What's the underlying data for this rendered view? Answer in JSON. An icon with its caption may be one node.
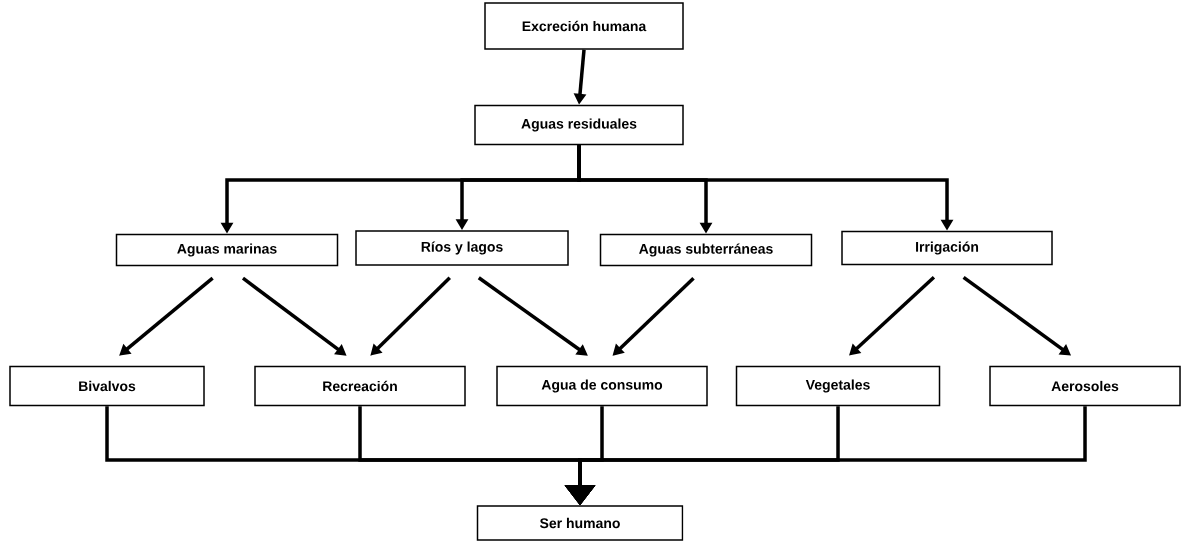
{
  "diagram": {
    "nodes": [
      {
        "text": [
          "Excreción humana"
        ]
      },
      {
        "text": [
          "Aguas residuales"
        ]
      },
      {
        "text": [
          "Aguas marinas"
        ]
      },
      {
        "text": [
          "Ríos y lagos"
        ]
      },
      {
        "text": [
          "Aguas subterráneas"
        ]
      },
      {
        "text": [
          "Irrigación"
        ]
      },
      {
        "text": [
          "Bivalvos"
        ]
      },
      {
        "text": [
          "Recreación"
        ]
      },
      {
        "text": [
          "Agua de consumo"
        ]
      },
      {
        "text": [
          "Vegetales"
        ]
      },
      {
        "text": [
          "Aerosoles"
        ]
      },
      {
        "text": [
          "Ser humano"
        ]
      }
    ],
    "edges": [
      {
        "from": 0,
        "to": 1,
        "arrow": "to"
      },
      {
        "from": 1,
        "to": 2,
        "arrow": "to"
      },
      {
        "from": 1,
        "to": 3,
        "arrow": "to"
      },
      {
        "from": 1,
        "to": 4,
        "arrow": "to"
      },
      {
        "from": 1,
        "to": 5,
        "arrow": "to"
      },
      {
        "from": 2,
        "to": 6,
        "arrow": "to"
      },
      {
        "from": 2,
        "to": 7,
        "arrow": "to"
      },
      {
        "from": 3,
        "to": 7,
        "arrow": "to"
      },
      {
        "from": 3,
        "to": 8,
        "arrow": "to"
      },
      {
        "from": 4,
        "to": 8,
        "arrow": "to"
      },
      {
        "from": 5,
        "to": 9,
        "arrow": "to"
      },
      {
        "from": 5,
        "to": 10,
        "arrow": "to"
      },
      {
        "from": 6,
        "to": 11,
        "arrow": "to"
      },
      {
        "from": 7,
        "to": 11,
        "arrow": "to"
      },
      {
        "from": 8,
        "to": 11,
        "arrow": "to"
      },
      {
        "from": 9,
        "to": 11,
        "arrow": "to"
      },
      {
        "from": 10,
        "to": 11,
        "arrow": "to"
      }
    ]
  }
}
